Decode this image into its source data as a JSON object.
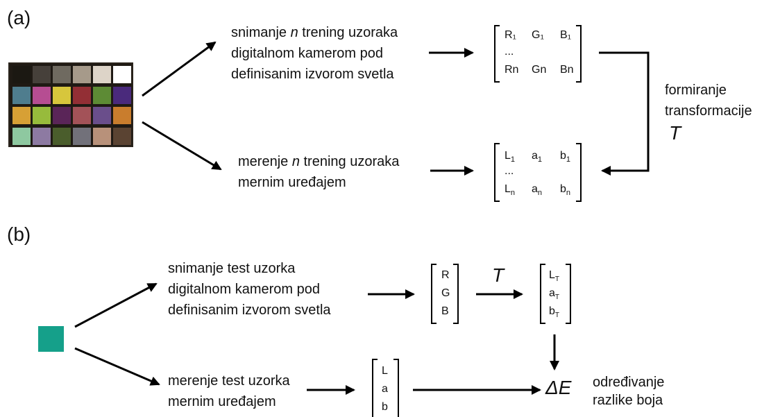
{
  "panel_a": {
    "label": "(a)",
    "top_text": [
      "snimanje ",
      "n",
      " trening uzoraka",
      "digitalnom kamerom pod",
      "definisanim izvorom svetla"
    ],
    "bottom_text": [
      "merenje ",
      "n",
      " trening uzoraka",
      "mernim uređajem"
    ],
    "rgb_matrix": [
      "R₁",
      "G₁",
      "B₁",
      "...",
      "Rn",
      "Gn",
      "Bn"
    ],
    "lab_matrix": [
      "L",
      "1",
      "a",
      "1",
      "b",
      "1",
      "...",
      "L",
      "n",
      "a",
      "n",
      "b",
      "n"
    ],
    "transform_text": [
      "formiranje",
      "transformacije",
      "T"
    ]
  },
  "panel_b": {
    "label": "(b)",
    "top_text": [
      "snimanje test uzorka",
      "digitalnom kamerom pod",
      "definisanim izvorom svetla"
    ],
    "bottom_text": [
      "merenje test uzorka",
      "mernim uređajem"
    ],
    "rgb_vector": [
      "R",
      "G",
      "B"
    ],
    "transform_symbol": "T",
    "lab_t_vector": [
      "L",
      "T",
      "a",
      "T",
      "b",
      "T"
    ],
    "lab_vector": [
      "L",
      "a",
      "b"
    ],
    "delta_e": "ΔE",
    "result_text": [
      "određivanje",
      "razlike boja"
    ]
  },
  "colors": {
    "sample": "#15a08a",
    "checker": [
      [
        "#1b1812",
        "#46403a",
        "#6f6a60",
        "#a69a8a",
        "#ddd4c8",
        "#ffffff"
      ],
      [
        "#4f7d8e",
        "#b64d92",
        "#d7c63c",
        "#932f35",
        "#5d8b35",
        "#4a2a7c"
      ],
      [
        "#d7a035",
        "#97bb3c",
        "#5a2558",
        "#a35258",
        "#6a4e8b",
        "#c97d2d"
      ],
      [
        "#8ec8a0",
        "#8d7aa2",
        "#4a5d2c",
        "#72717a",
        "#b8917a",
        "#5a4332"
      ]
    ]
  }
}
